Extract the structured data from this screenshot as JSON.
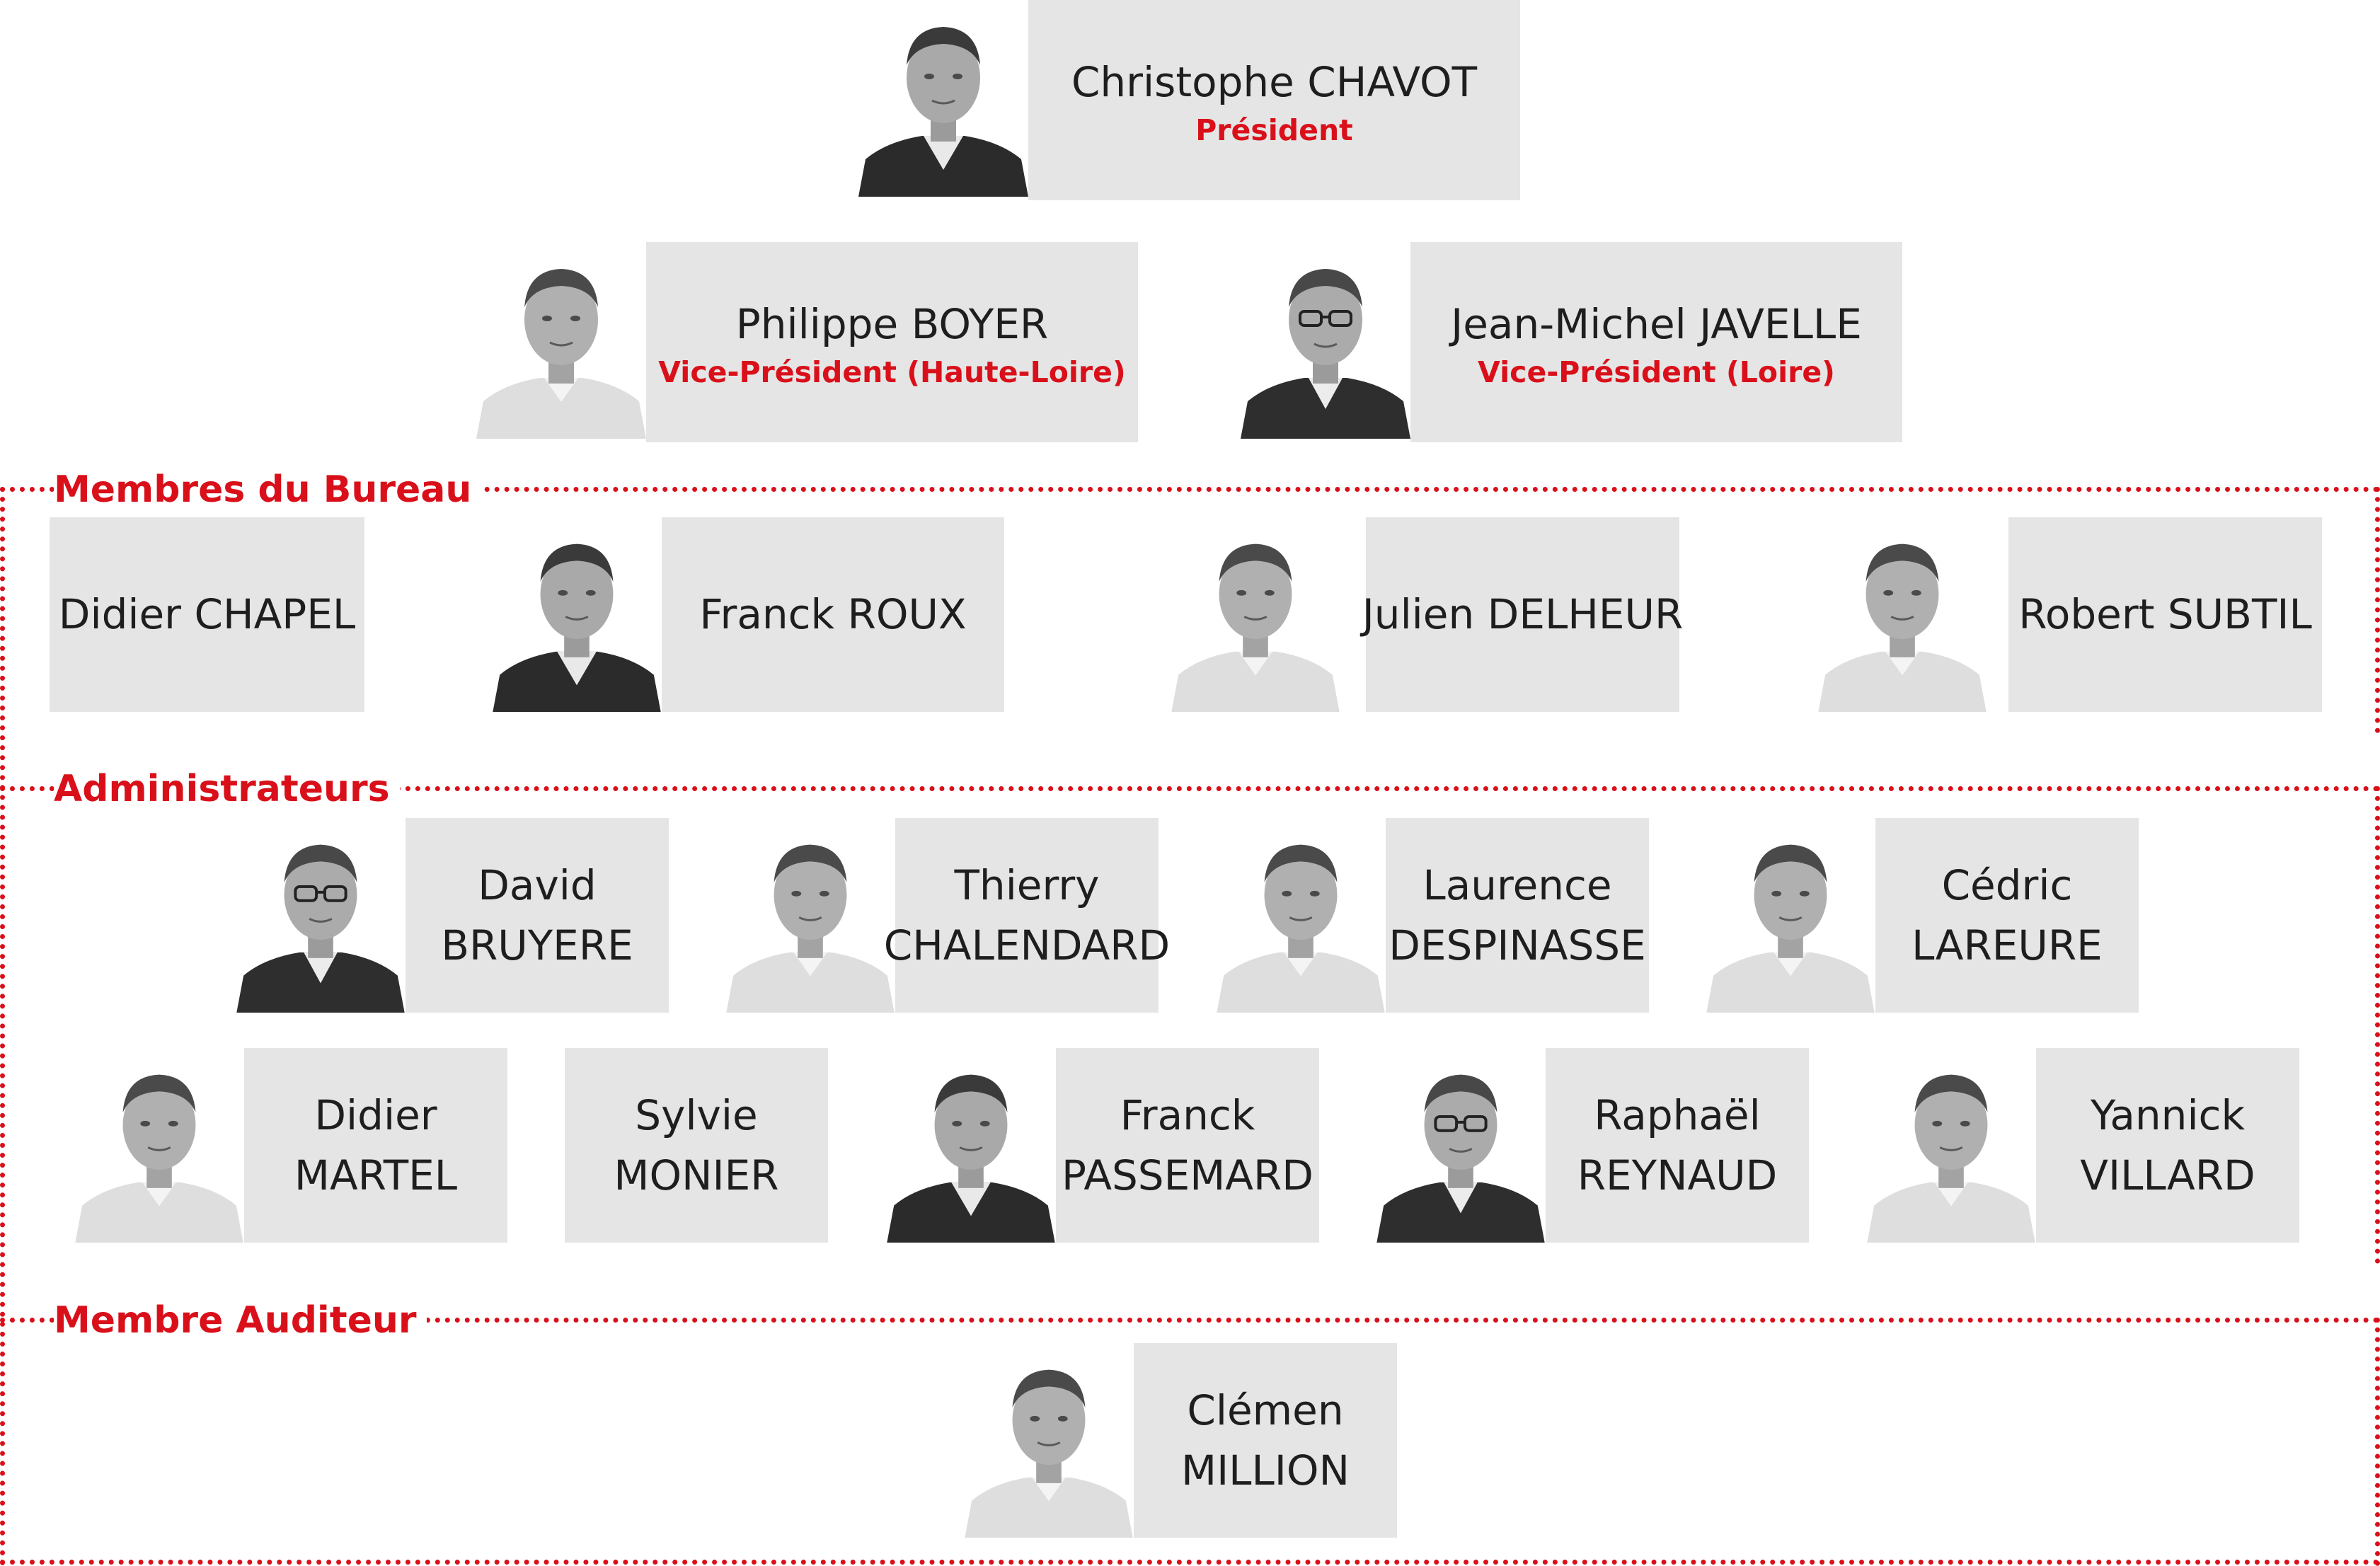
{
  "sections": {
    "bureau": "Membres du Bureau",
    "administrateurs": "Administrateurs",
    "auditeur": "Membre Auditeur"
  },
  "people": {
    "president": {
      "first": "Christophe CHAVOT",
      "role": "Président"
    },
    "vp_haute_loire": {
      "first": "Philippe BOYER",
      "role": "Vice-Président (Haute-Loire)"
    },
    "vp_loire": {
      "first": "Jean-Michel JAVELLE",
      "role": "Vice-Président (Loire)"
    },
    "chapel": {
      "first": "Didier CHAPEL"
    },
    "roux": {
      "first": "Franck ROUX"
    },
    "delheur": {
      "first": "Julien DELHEUR"
    },
    "subtil": {
      "first": "Robert SUBTIL"
    },
    "bruyere": {
      "first": "David",
      "last": "BRUYERE"
    },
    "chalendard": {
      "first": "Thierry",
      "last": "CHALENDARD"
    },
    "despinasse": {
      "first": "Laurence",
      "last": "DESPINASSE"
    },
    "lareure": {
      "first": "Cédric",
      "last": "LAREURE"
    },
    "martel": {
      "first": "Didier",
      "last": "MARTEL"
    },
    "monier": {
      "first": "Sylvie",
      "last": "MONIER"
    },
    "passemard": {
      "first": "Franck",
      "last": "PASSEMARD"
    },
    "reynaud": {
      "first": "Raphaël",
      "last": "REYNAUD"
    },
    "villard": {
      "first": "Yannick",
      "last": "VILLARD"
    },
    "million": {
      "first": "Clémen",
      "last": "MILLION"
    }
  },
  "colors": {
    "accent": "#d9101a",
    "name_box": "#e5e5e5",
    "text": "#1e1e1e"
  }
}
